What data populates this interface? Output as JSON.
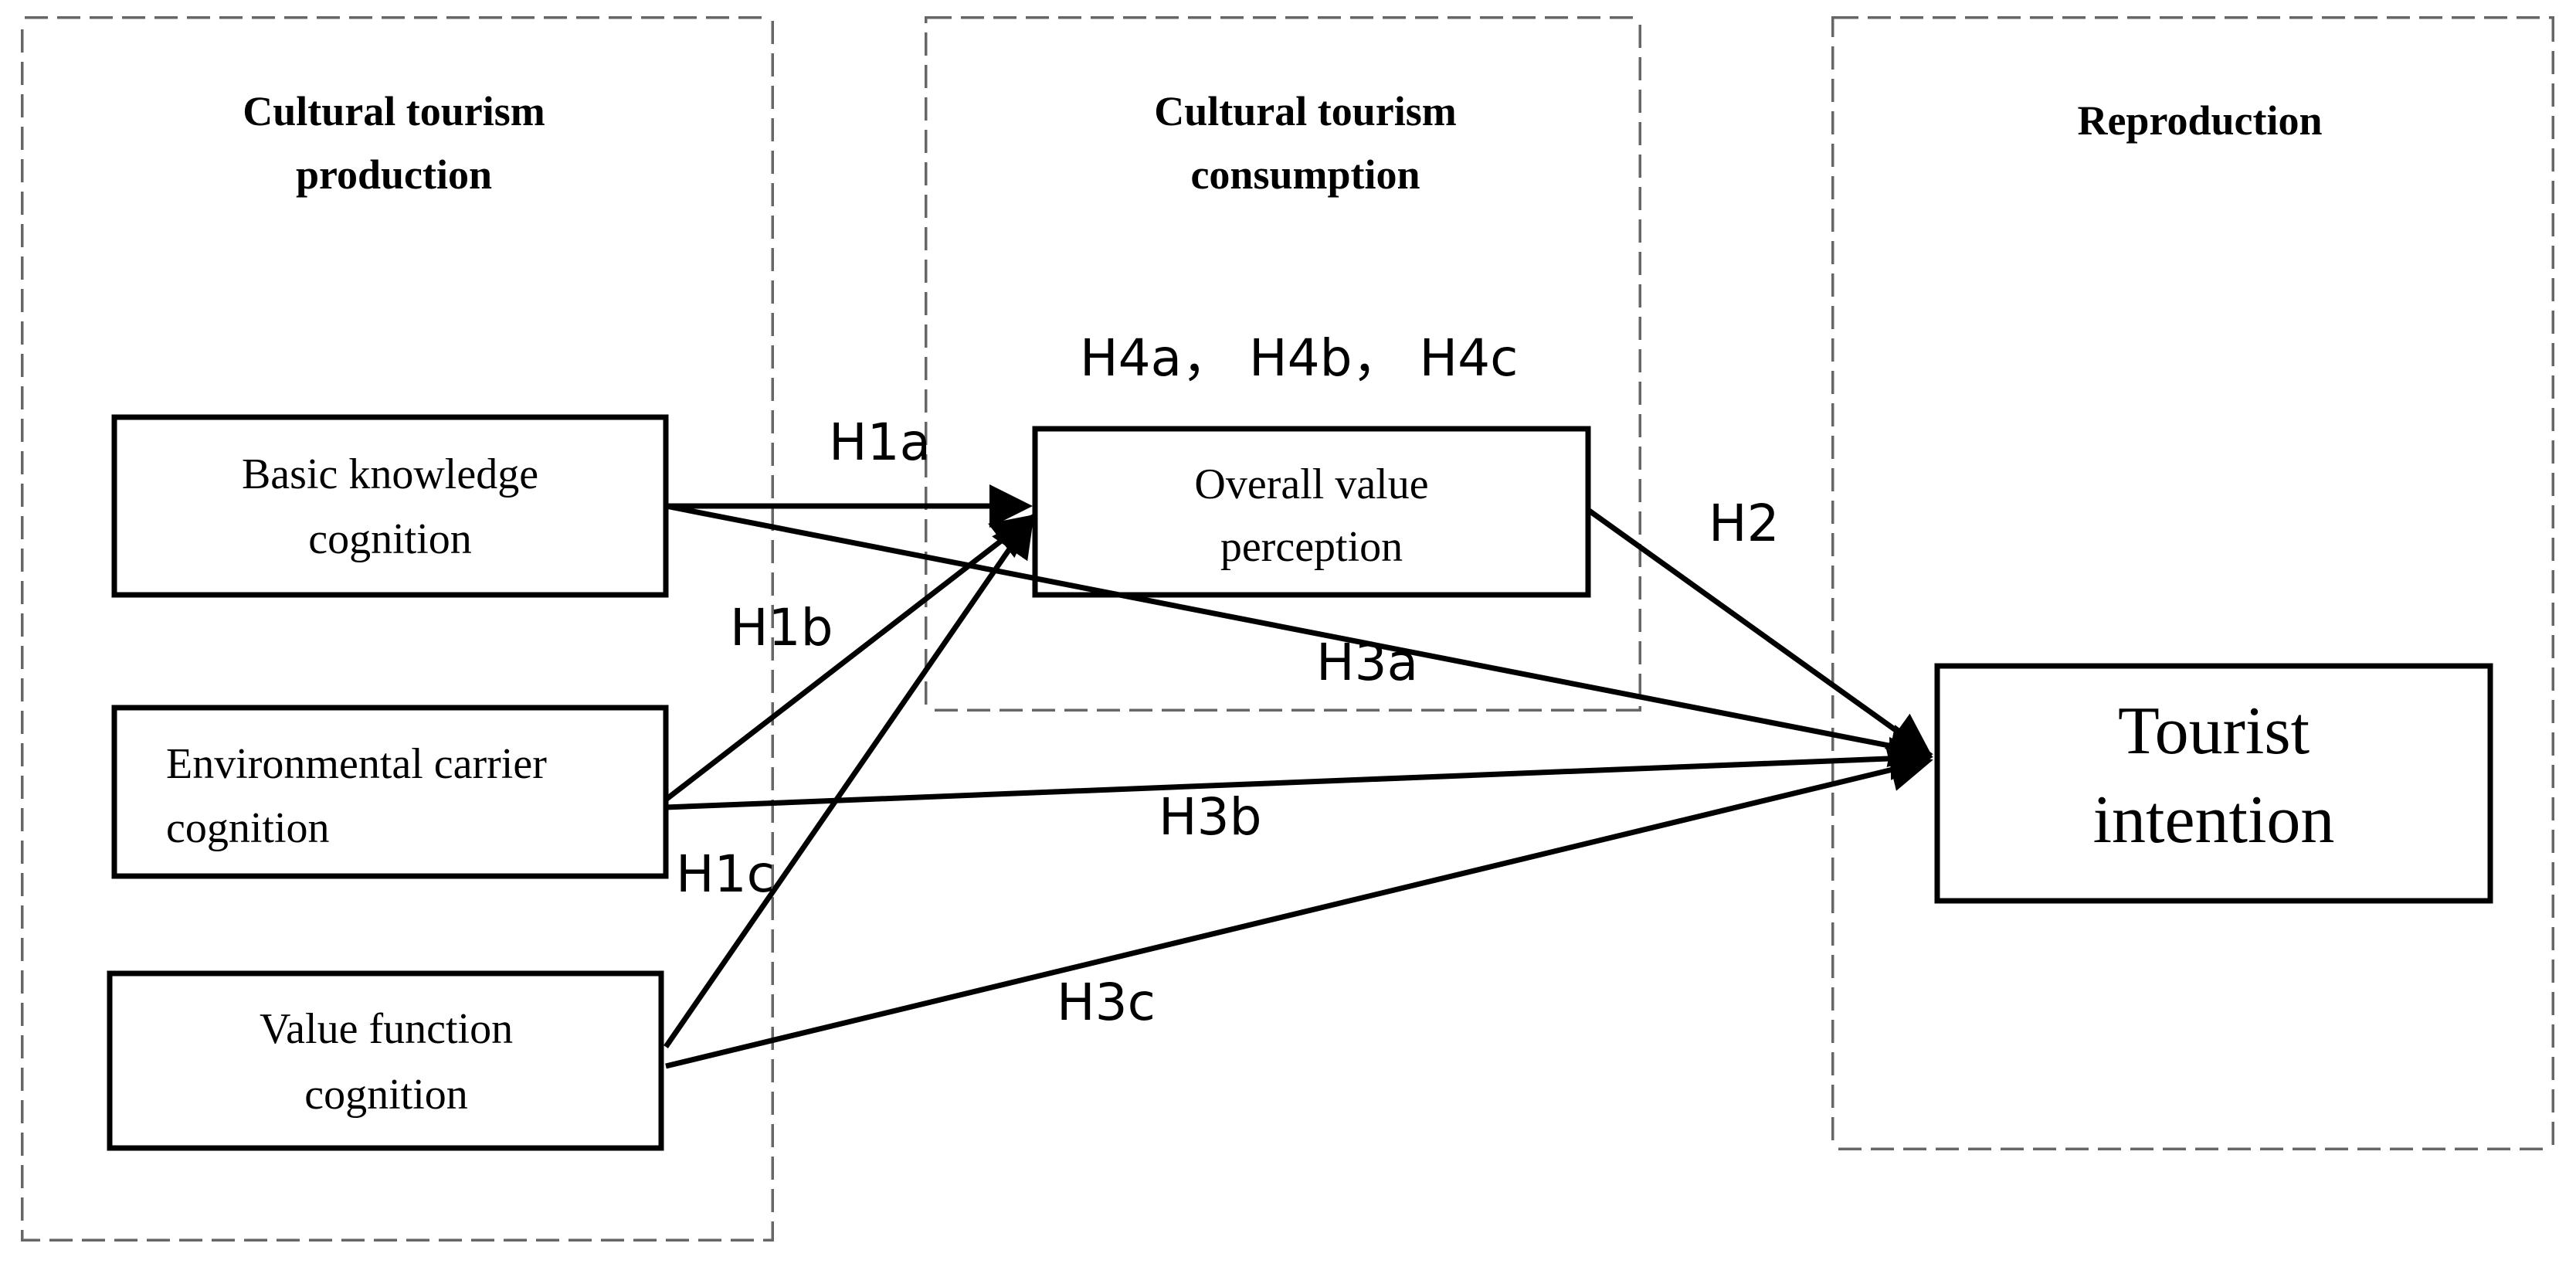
{
  "groups": {
    "production": {
      "title_line1": "Cultural tourism",
      "title_line2": "production"
    },
    "consumption": {
      "title_line1": "Cultural tourism",
      "title_line2": "consumption"
    },
    "reproduction": {
      "title": "Reproduction"
    }
  },
  "nodes": {
    "basic_knowledge": {
      "line1": "Basic knowledge",
      "line2": "cognition"
    },
    "environmental_carrier": {
      "line1": "Environmental carrier",
      "line2": "cognition"
    },
    "value_function": {
      "line1": "Value function",
      "line2": "cognition"
    },
    "overall_value": {
      "line1": "Overall value",
      "line2": "perception"
    },
    "tourist_intention": {
      "line1": "Tourist",
      "line2": "intention"
    }
  },
  "hypotheses": {
    "h1a": "H1a",
    "h1b": "H1b",
    "h1c": "H1c",
    "h2": "H2",
    "h3a": "H3a",
    "h3b": "H3b",
    "h3c": "H3c",
    "h4": "H4a， H4b， H4c"
  },
  "colors": {
    "line": "#000000",
    "dashed_border": "#666666",
    "background": "#ffffff"
  }
}
